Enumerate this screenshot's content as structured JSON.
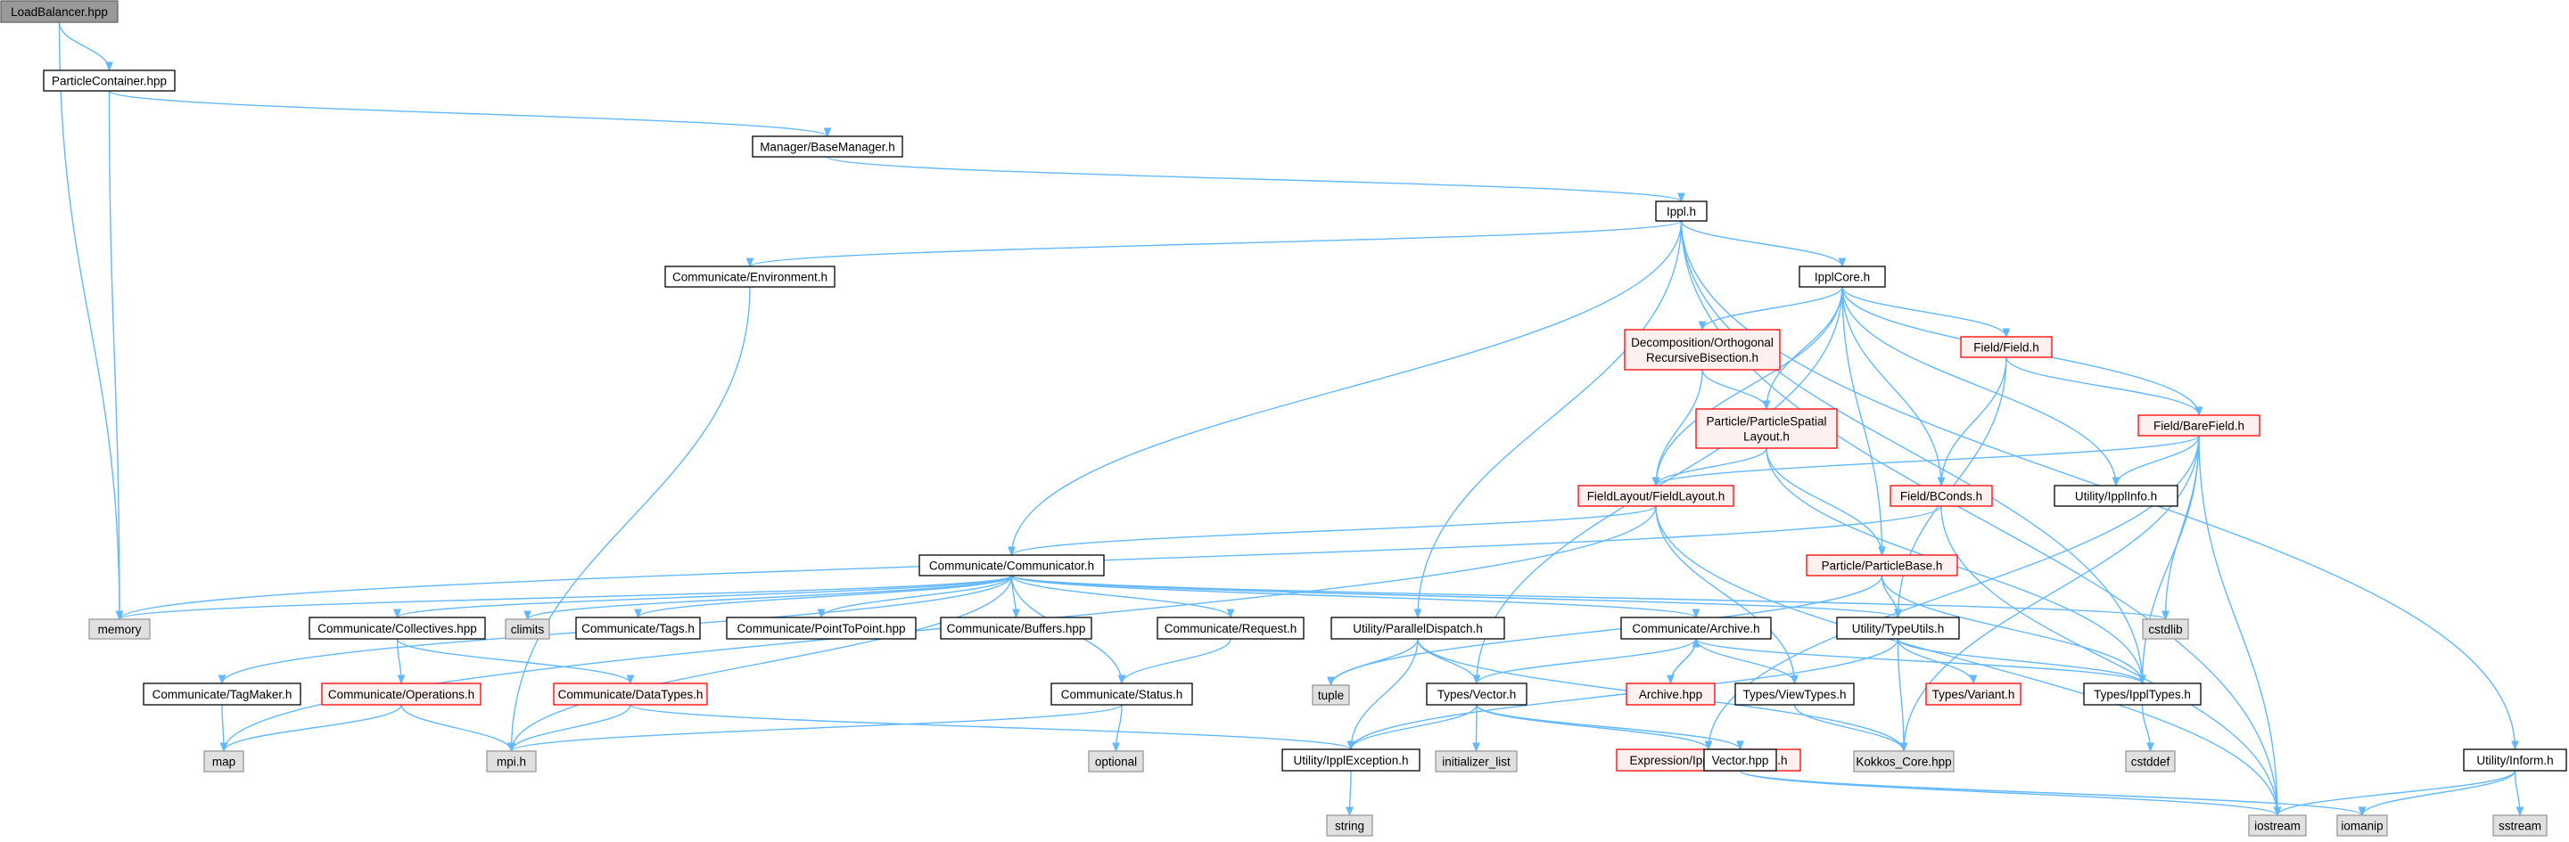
{
  "colors": {
    "root_fill": "#999999",
    "root_stroke": "#666666",
    "normal_fill": "#ffffff",
    "normal_stroke": "#000000",
    "red_fill": "#fff0f0",
    "red_stroke": "#ff0000",
    "system_fill": "#e0e0e0",
    "system_stroke": "#999999",
    "edge": "#63b8ff"
  },
  "nodes": [
    {
      "id": "n_loadbalancer",
      "label": [
        "LoadBalancer.hpp"
      ],
      "kind": "root"
    },
    {
      "id": "n_particlecontainer",
      "label": [
        "ParticleContainer.hpp"
      ],
      "kind": "normal"
    },
    {
      "id": "n_basemanager",
      "label": [
        "Manager/BaseManager.h"
      ],
      "kind": "normal"
    },
    {
      "id": "n_ippl",
      "label": [
        "Ippl.h"
      ],
      "kind": "normal"
    },
    {
      "id": "n_environment",
      "label": [
        "Communicate/Environment.h"
      ],
      "kind": "normal"
    },
    {
      "id": "n_ipplcore",
      "label": [
        "IpplCore.h"
      ],
      "kind": "normal"
    },
    {
      "id": "n_orb",
      "label": [
        "Decomposition/Orthogonal",
        "RecursiveBisection.h"
      ],
      "kind": "red"
    },
    {
      "id": "n_field",
      "label": [
        "Field/Field.h"
      ],
      "kind": "red"
    },
    {
      "id": "n_barefield",
      "label": [
        "Field/BareField.h"
      ],
      "kind": "red"
    },
    {
      "id": "n_pslayout",
      "label": [
        "Particle/ParticleSpatial",
        "Layout.h"
      ],
      "kind": "red"
    },
    {
      "id": "n_fieldlayout",
      "label": [
        "FieldLayout/FieldLayout.h"
      ],
      "kind": "red"
    },
    {
      "id": "n_bconds",
      "label": [
        "Field/BConds.h"
      ],
      "kind": "red"
    },
    {
      "id": "n_ipplinfo",
      "label": [
        "Utility/IpplInfo.h"
      ],
      "kind": "normal"
    },
    {
      "id": "n_communicator",
      "label": [
        "Communicate/Communicator.h"
      ],
      "kind": "normal"
    },
    {
      "id": "n_particlebase",
      "label": [
        "Particle/ParticleBase.h"
      ],
      "kind": "red"
    },
    {
      "id": "n_memory",
      "label": [
        "memory"
      ],
      "kind": "system"
    },
    {
      "id": "n_collectives",
      "label": [
        "Communicate/Collectives.hpp"
      ],
      "kind": "normal"
    },
    {
      "id": "n_climits",
      "label": [
        "climits"
      ],
      "kind": "system"
    },
    {
      "id": "n_tags",
      "label": [
        "Communicate/Tags.h"
      ],
      "kind": "normal"
    },
    {
      "id": "n_p2p",
      "label": [
        "Communicate/PointToPoint.hpp"
      ],
      "kind": "normal"
    },
    {
      "id": "n_buffers",
      "label": [
        "Communicate/Buffers.hpp"
      ],
      "kind": "normal"
    },
    {
      "id": "n_request",
      "label": [
        "Communicate/Request.h"
      ],
      "kind": "normal"
    },
    {
      "id": "n_paralleldispatch",
      "label": [
        "Utility/ParallelDispatch.h"
      ],
      "kind": "normal"
    },
    {
      "id": "n_archive",
      "label": [
        "Communicate/Archive.h"
      ],
      "kind": "normal"
    },
    {
      "id": "n_typeutils",
      "label": [
        "Utility/TypeUtils.h"
      ],
      "kind": "normal"
    },
    {
      "id": "n_cstdlib",
      "label": [
        "cstdlib"
      ],
      "kind": "system"
    },
    {
      "id": "n_tagmaker",
      "label": [
        "Communicate/TagMaker.h"
      ],
      "kind": "normal"
    },
    {
      "id": "n_operations",
      "label": [
        "Communicate/Operations.h"
      ],
      "kind": "red"
    },
    {
      "id": "n_datatypes",
      "label": [
        "Communicate/DataTypes.h"
      ],
      "kind": "red"
    },
    {
      "id": "n_status",
      "label": [
        "Communicate/Status.h"
      ],
      "kind": "normal"
    },
    {
      "id": "n_tuple",
      "label": [
        "tuple"
      ],
      "kind": "system"
    },
    {
      "id": "n_vector",
      "label": [
        "Types/Vector.h"
      ],
      "kind": "normal"
    },
    {
      "id": "n_archivehpp",
      "label": [
        "Archive.hpp"
      ],
      "kind": "red"
    },
    {
      "id": "n_viewtypes",
      "label": [
        "Types/ViewTypes.h"
      ],
      "kind": "normal"
    },
    {
      "id": "n_variant",
      "label": [
        "Types/Variant.h"
      ],
      "kind": "red"
    },
    {
      "id": "n_ippltypes",
      "label": [
        "Types/IpplTypes.h"
      ],
      "kind": "normal"
    },
    {
      "id": "n_map",
      "label": [
        "map"
      ],
      "kind": "system"
    },
    {
      "id": "n_mpi",
      "label": [
        "mpi.h"
      ],
      "kind": "system"
    },
    {
      "id": "n_optional",
      "label": [
        "optional"
      ],
      "kind": "system"
    },
    {
      "id": "n_ipplexception",
      "label": [
        "Utility/IpplException.h"
      ],
      "kind": "normal"
    },
    {
      "id": "n_initlist",
      "label": [
        "initializer_list"
      ],
      "kind": "system"
    },
    {
      "id": "n_expressions",
      "label": [
        "Expression/IpplExpressions.h"
      ],
      "kind": "red"
    },
    {
      "id": "n_kokkos",
      "label": [
        "Kokkos_Core.hpp"
      ],
      "kind": "system"
    },
    {
      "id": "n_cstddef",
      "label": [
        "cstddef"
      ],
      "kind": "system"
    },
    {
      "id": "n_inform",
      "label": [
        "Utility/Inform.h"
      ],
      "kind": "normal"
    },
    {
      "id": "n_vectorhpp",
      "label": [
        "Vector.hpp"
      ],
      "kind": "normal"
    },
    {
      "id": "n_string",
      "label": [
        "string"
      ],
      "kind": "system"
    },
    {
      "id": "n_iostream",
      "label": [
        "iostream"
      ],
      "kind": "system"
    },
    {
      "id": "n_iomanip",
      "label": [
        "iomanip"
      ],
      "kind": "system"
    },
    {
      "id": "n_sstream",
      "label": [
        "sstream"
      ],
      "kind": "system"
    }
  ],
  "edges": [
    [
      "n_loadbalancer",
      "n_particlecontainer"
    ],
    [
      "n_loadbalancer",
      "n_memory"
    ],
    [
      "n_particlecontainer",
      "n_basemanager"
    ],
    [
      "n_particlecontainer",
      "n_memory"
    ],
    [
      "n_basemanager",
      "n_ippl"
    ],
    [
      "n_ippl",
      "n_environment"
    ],
    [
      "n_ippl",
      "n_ipplcore"
    ],
    [
      "n_ippl",
      "n_communicator"
    ],
    [
      "n_ippl",
      "n_paralleldispatch"
    ],
    [
      "n_ippl",
      "n_ippltypes"
    ],
    [
      "n_ippl",
      "n_iostream"
    ],
    [
      "n_ippl",
      "n_inform"
    ],
    [
      "n_environment",
      "n_mpi"
    ],
    [
      "n_ipplcore",
      "n_orb"
    ],
    [
      "n_ipplcore",
      "n_field"
    ],
    [
      "n_ipplcore",
      "n_barefield"
    ],
    [
      "n_ipplcore",
      "n_pslayout"
    ],
    [
      "n_ipplcore",
      "n_fieldlayout"
    ],
    [
      "n_ipplcore",
      "n_bconds"
    ],
    [
      "n_ipplcore",
      "n_ipplinfo"
    ],
    [
      "n_ipplcore",
      "n_particlebase"
    ],
    [
      "n_ipplcore",
      "n_vector"
    ],
    [
      "n_orb",
      "n_pslayout"
    ],
    [
      "n_orb",
      "n_fieldlayout"
    ],
    [
      "n_field",
      "n_barefield"
    ],
    [
      "n_field",
      "n_bconds"
    ],
    [
      "n_field",
      "n_typeutils"
    ],
    [
      "n_barefield",
      "n_fieldlayout"
    ],
    [
      "n_barefield",
      "n_ipplinfo"
    ],
    [
      "n_barefield",
      "n_cstdlib"
    ],
    [
      "n_barefield",
      "n_ippltypes"
    ],
    [
      "n_barefield",
      "n_expressions"
    ],
    [
      "n_barefield",
      "n_kokkos"
    ],
    [
      "n_barefield",
      "n_iostream"
    ],
    [
      "n_pslayout",
      "n_fieldlayout"
    ],
    [
      "n_pslayout",
      "n_particlebase"
    ],
    [
      "n_pslayout",
      "n_ippltypes"
    ],
    [
      "n_fieldlayout",
      "n_communicator"
    ],
    [
      "n_fieldlayout",
      "n_map"
    ],
    [
      "n_fieldlayout",
      "n_viewtypes"
    ],
    [
      "n_fieldlayout",
      "n_iostream"
    ],
    [
      "n_bconds",
      "n_memory"
    ],
    [
      "n_bconds",
      "n_iostream"
    ],
    [
      "n_particlebase",
      "n_typeutils"
    ],
    [
      "n_particlebase",
      "n_ippltypes"
    ],
    [
      "n_particlebase",
      "n_tuple"
    ],
    [
      "n_communicator",
      "n_memory"
    ],
    [
      "n_communicator",
      "n_collectives"
    ],
    [
      "n_communicator",
      "n_climits"
    ],
    [
      "n_communicator",
      "n_tags"
    ],
    [
      "n_communicator",
      "n_p2p"
    ],
    [
      "n_communicator",
      "n_buffers"
    ],
    [
      "n_communicator",
      "n_request"
    ],
    [
      "n_communicator",
      "n_status"
    ],
    [
      "n_communicator",
      "n_archive"
    ],
    [
      "n_communicator",
      "n_typeutils"
    ],
    [
      "n_communicator",
      "n_cstdlib"
    ],
    [
      "n_communicator",
      "n_tagmaker"
    ],
    [
      "n_communicator",
      "n_mpi"
    ],
    [
      "n_collectives",
      "n_operations"
    ],
    [
      "n_collectives",
      "n_datatypes"
    ],
    [
      "n_tagmaker",
      "n_map"
    ],
    [
      "n_operations",
      "n_map"
    ],
    [
      "n_operations",
      "n_mpi"
    ],
    [
      "n_datatypes",
      "n_mpi"
    ],
    [
      "n_datatypes",
      "n_ipplexception"
    ],
    [
      "n_request",
      "n_status"
    ],
    [
      "n_status",
      "n_mpi"
    ],
    [
      "n_status",
      "n_optional"
    ],
    [
      "n_paralleldispatch",
      "n_tuple"
    ],
    [
      "n_paralleldispatch",
      "n_vector"
    ],
    [
      "n_paralleldispatch",
      "n_ipplexception"
    ],
    [
      "n_paralleldispatch",
      "n_kokkos"
    ],
    [
      "n_archive",
      "n_vector"
    ],
    [
      "n_archive",
      "n_archivehpp"
    ],
    [
      "n_archivehpp",
      "n_archive"
    ],
    [
      "n_archive",
      "n_viewtypes"
    ],
    [
      "n_archive",
      "n_ippltypes"
    ],
    [
      "n_typeutils",
      "n_variant"
    ],
    [
      "n_typeutils",
      "n_ippltypes"
    ],
    [
      "n_typeutils",
      "n_ipplexception"
    ],
    [
      "n_typeutils",
      "n_kokkos"
    ],
    [
      "n_vector",
      "n_ipplexception"
    ],
    [
      "n_vector",
      "n_initlist"
    ],
    [
      "n_vector",
      "n_vectorhpp"
    ],
    [
      "n_vector",
      "n_expressions"
    ],
    [
      "n_viewtypes",
      "n_kokkos"
    ],
    [
      "n_ippltypes",
      "n_cstddef"
    ],
    [
      "n_ipplexception",
      "n_string"
    ],
    [
      "n_vectorhpp",
      "n_iostream"
    ],
    [
      "n_vectorhpp",
      "n_iomanip"
    ],
    [
      "n_inform",
      "n_iostream"
    ],
    [
      "n_inform",
      "n_iomanip"
    ],
    [
      "n_inform",
      "n_sstream"
    ]
  ]
}
